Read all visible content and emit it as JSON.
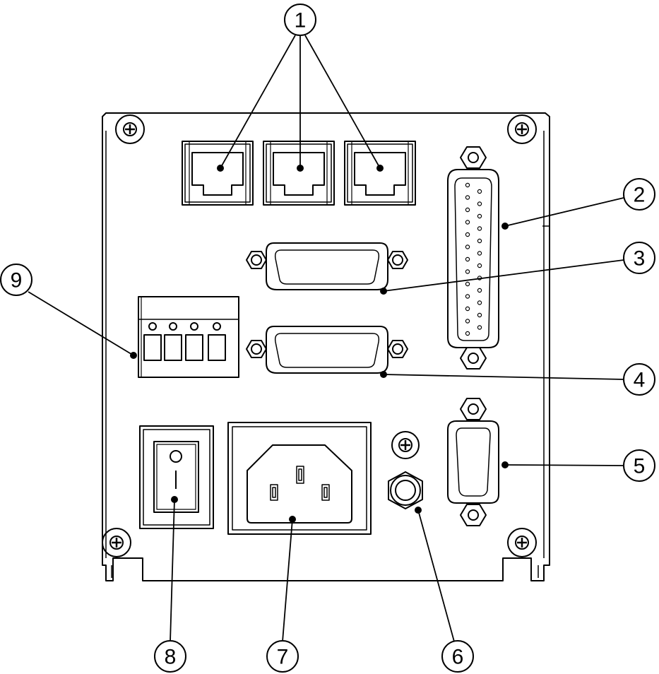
{
  "callouts": [
    {
      "id": "c1",
      "label": "1"
    },
    {
      "id": "c2",
      "label": "2"
    },
    {
      "id": "c3",
      "label": "3"
    },
    {
      "id": "c4",
      "label": "4"
    },
    {
      "id": "c5",
      "label": "5"
    },
    {
      "id": "c6",
      "label": "6"
    },
    {
      "id": "c7",
      "label": "7"
    },
    {
      "id": "c8",
      "label": "8"
    },
    {
      "id": "c9",
      "label": "9"
    }
  ],
  "colors": {
    "line": "#000000",
    "background": "#ffffff"
  }
}
